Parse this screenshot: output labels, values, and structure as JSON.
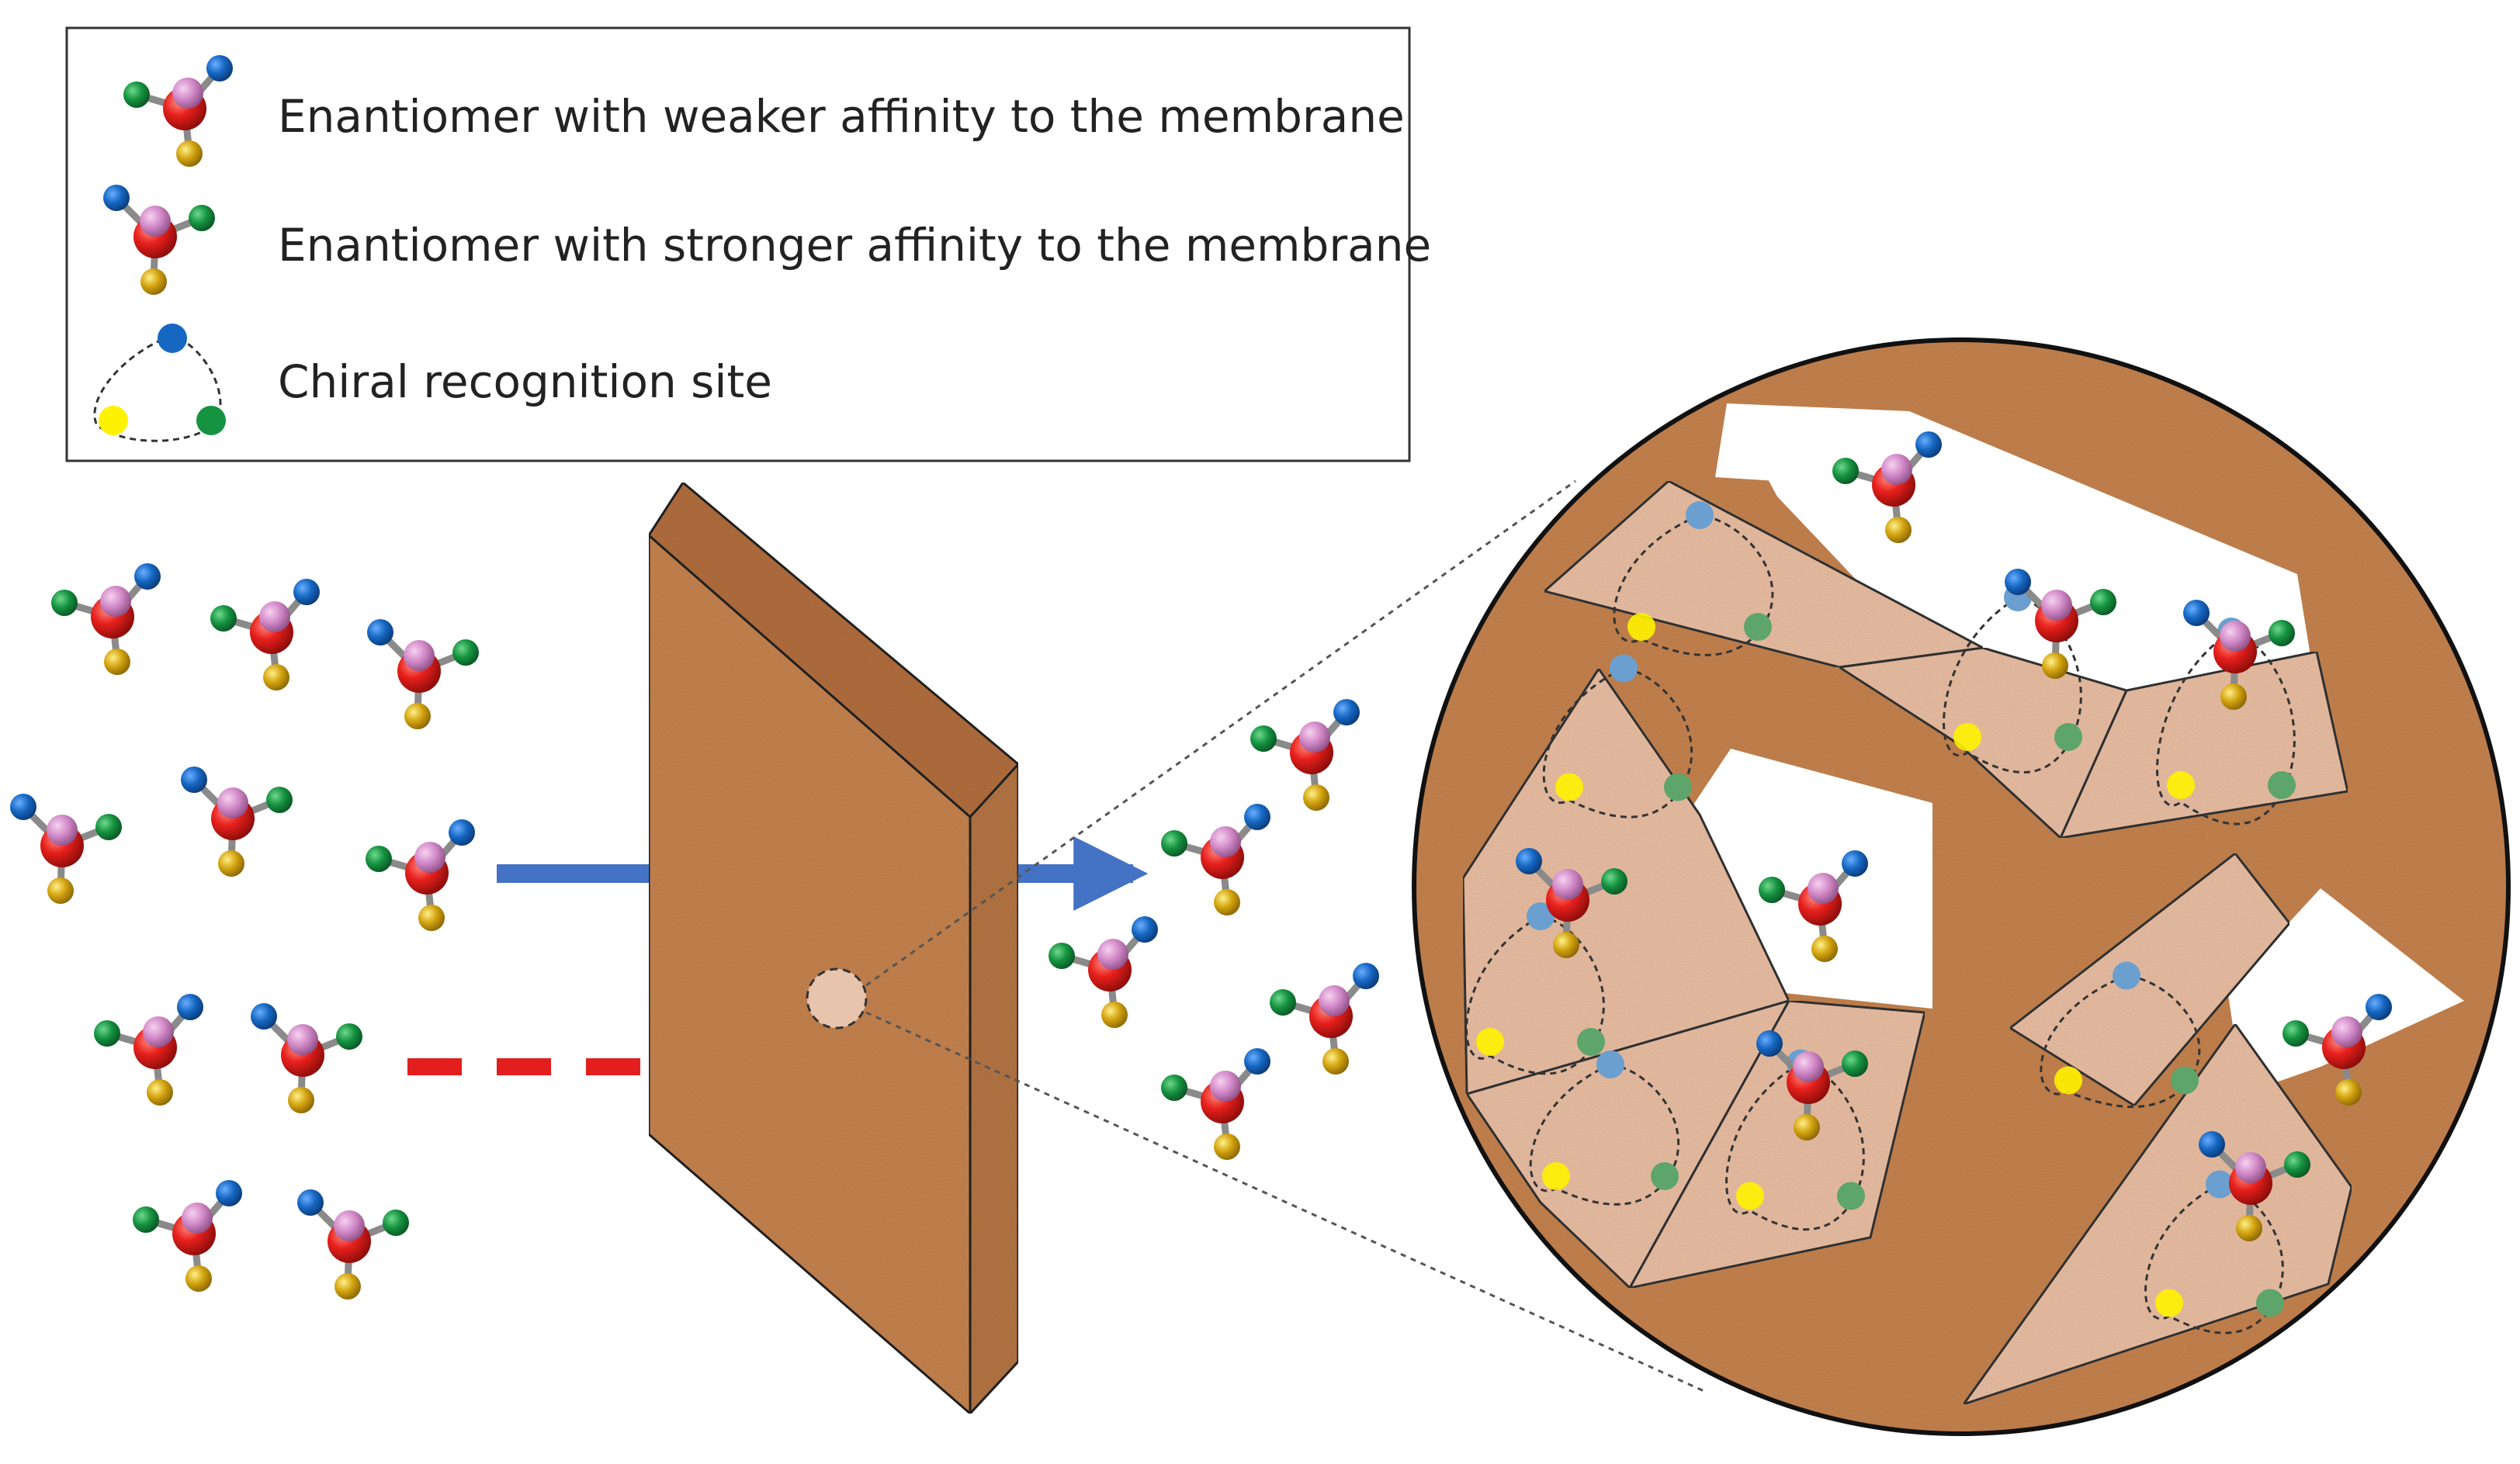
{
  "legend": {
    "items": [
      {
        "label": "Enantiomer with weaker affinity to the membrane",
        "icon": "weak-enantiomer-icon"
      },
      {
        "label": "Enantiomer with stronger affinity to the membrane",
        "icon": "strong-enantiomer-icon"
      },
      {
        "label": "Chiral recognition site",
        "icon": "recognition-site-icon"
      }
    ]
  },
  "colors": {
    "membrane": "#c98550",
    "pore_wall": "#eec2a6",
    "center_atom": "#e8201c",
    "top_atom": "#d28ac8",
    "blue_group": "#1667c2",
    "green_group": "#159340",
    "yellow_group": "#d3a30f",
    "site_yellow": "#fff200",
    "flux_weak_arrow": "#4472c4",
    "flux_strong_arrow": "#e31e1e"
  }
}
